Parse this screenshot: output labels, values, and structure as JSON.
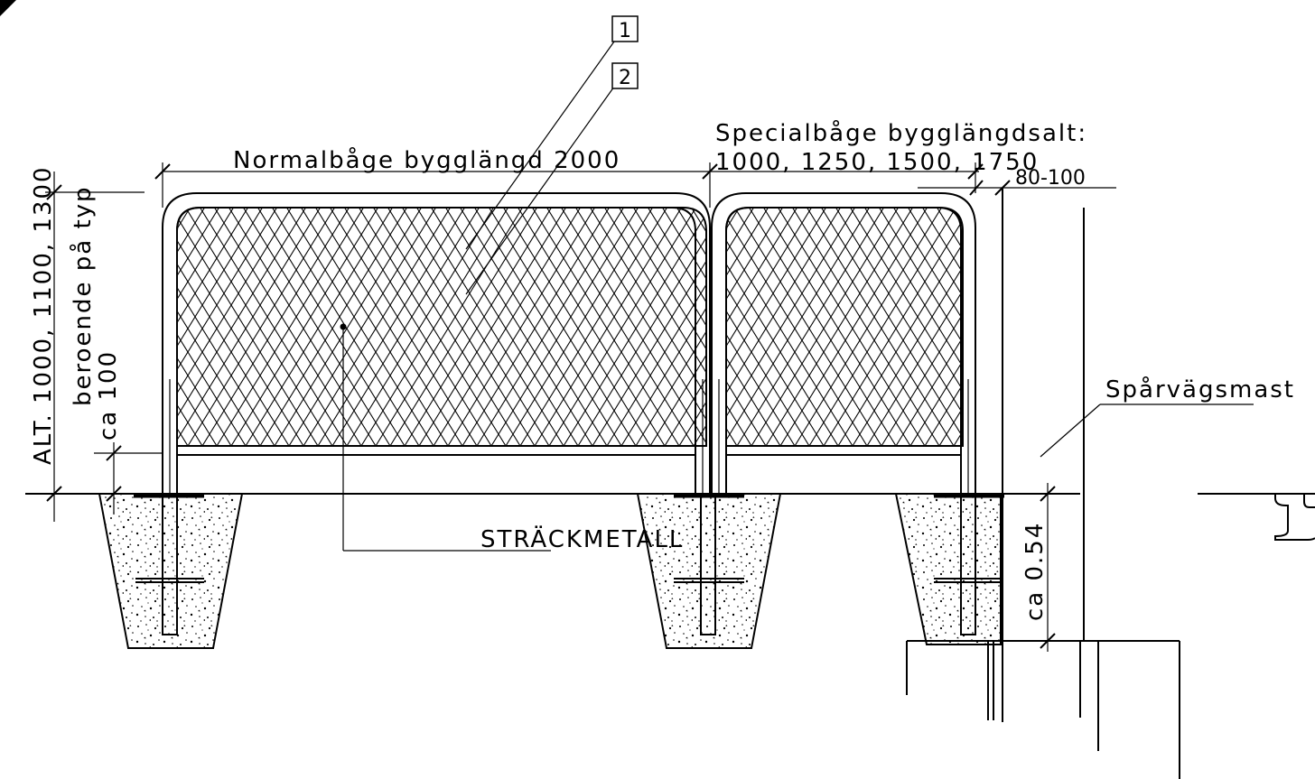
{
  "labels": {
    "normal_length": "Normalbåge bygglängd 2000",
    "special_title": "Specialbåge bygglängdsalt:",
    "special_values": "1000, 1250, 1500, 1750",
    "gap": "80-100",
    "height_alt": "ALT. 1000, 1100, 1300",
    "height_dep": "beroende på typ",
    "ca100": "ca 100",
    "mesh": "STRÄCKMETALL",
    "mast": "Spårvägsmast",
    "depth": "ca 0.54"
  },
  "tags": [
    "1",
    "2"
  ]
}
